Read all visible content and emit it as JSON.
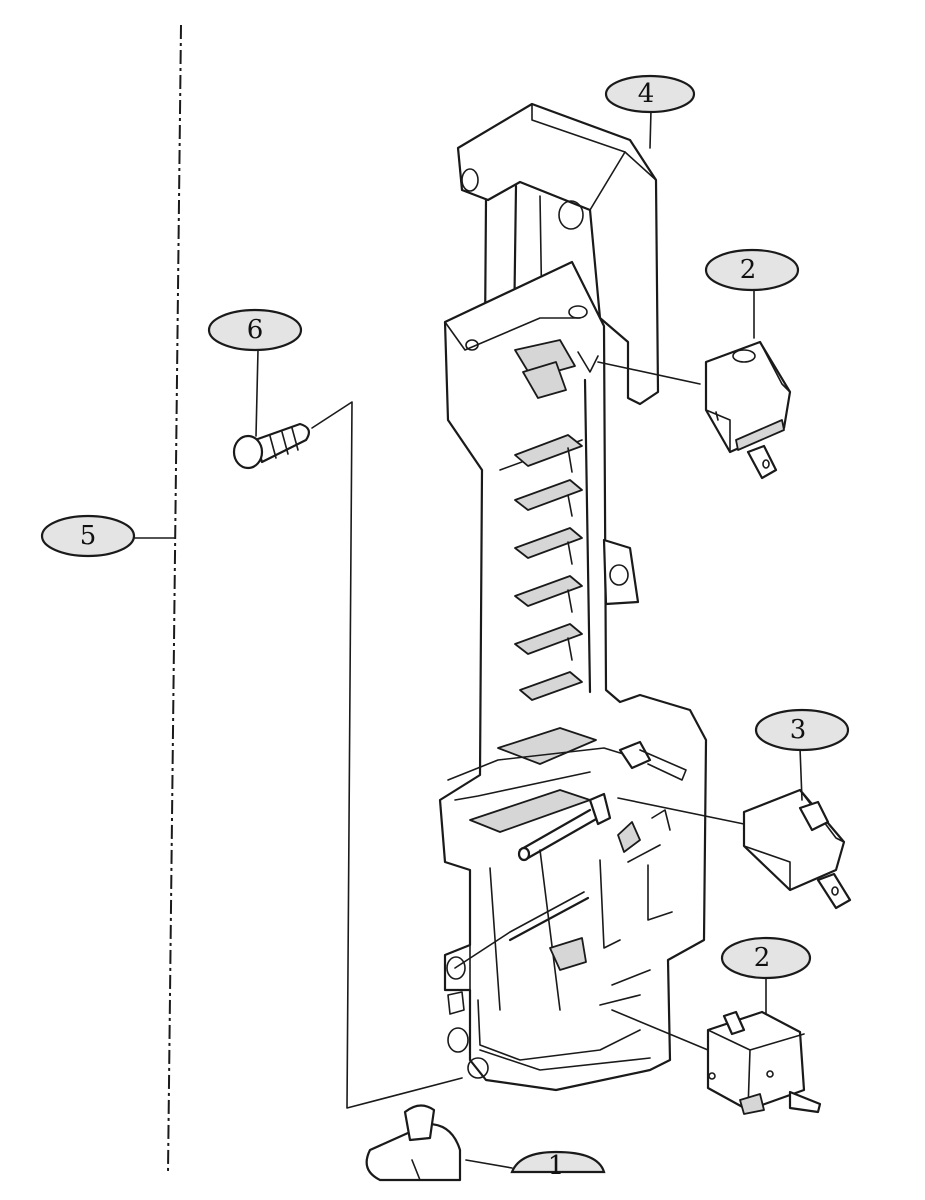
{
  "callouts": [
    {
      "id": "c4",
      "label": "4"
    },
    {
      "id": "c2a",
      "label": "2"
    },
    {
      "id": "c6",
      "label": "6"
    },
    {
      "id": "c5",
      "label": "5"
    },
    {
      "id": "c3",
      "label": "3"
    },
    {
      "id": "c2b",
      "label": "2"
    },
    {
      "id": "c1",
      "label": "1"
    }
  ]
}
